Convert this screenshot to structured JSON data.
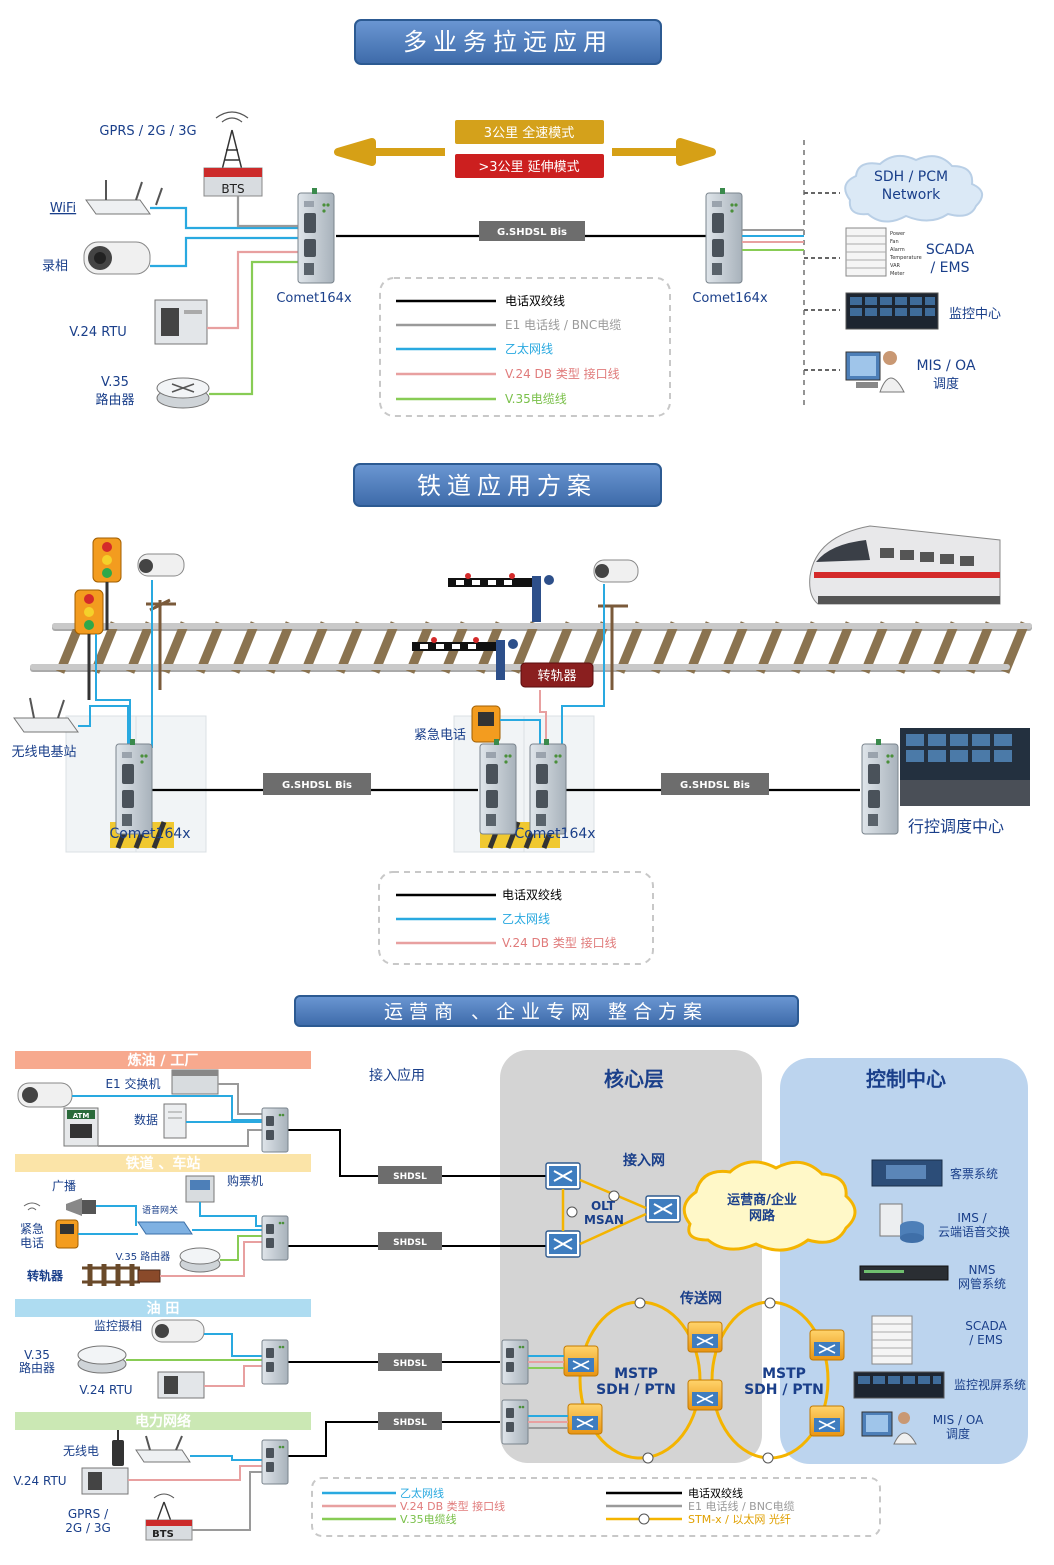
{
  "colors": {
    "phone_line": "#000000",
    "e1_line": "#9a9a9a",
    "ethernet_line": "#29a9e0",
    "v24_line": "#e8a0a0",
    "v35_line": "#88cc55",
    "fiber_line": "#f4b400",
    "title_bg": "#4f7fc0",
    "core_bg": "#d4d4d4",
    "control_bg": "#bcd4ee"
  },
  "section1": {
    "title": "多业务拉远应用",
    "mode_full": "3公里 全速模式",
    "mode_ext": ">3公里 延伸模式",
    "gprs": "GPRS / 2G / 3G",
    "bts": "BTS",
    "wifi": "WiFi",
    "camera": "录相",
    "rtu": "V.24  RTU",
    "router1": "V.35",
    "router2": "路由器",
    "dev_left": "Comet164x",
    "dev_right": "Comet164x",
    "link": "G.SHDSL Bis",
    "sdh1": "SDH / PCM",
    "sdh2": "Network",
    "scada1": "SCADA",
    "scada2": "/ EMS",
    "scada_rows": [
      "Power",
      "Fan",
      "Alarm",
      "Temperature",
      "VAR",
      "Meter"
    ],
    "monitor": "监控中心",
    "mis1": "MIS / OA",
    "mis2": "调度",
    "legend": [
      "电话双绞线",
      "E1  电话线 /  BNC电缆",
      "乙太网线",
      "V.24  DB 类型 接口线",
      "V.35电缆线"
    ]
  },
  "section2": {
    "title": "铁道应用方案",
    "switch": "转轨器",
    "emergency": "紧急电话",
    "wireless": "无线电基站",
    "dev_left": "Comet164x",
    "dev_mid": "Comet164x",
    "link1": "G.SHDSL Bis",
    "link2": "G.SHDSL Bis",
    "control": "行控调度中心",
    "legend": [
      "电话双绞线",
      "乙太网线",
      "V.24  DB 类型 接口线"
    ]
  },
  "section3": {
    "title": "运营商 、企业专网   整合方案",
    "access_app": "接入应用",
    "core": "核心层",
    "control": "控制中心",
    "cat1": "炼油 / 工厂",
    "cat2": "铁道 、车站",
    "cat3": "油  田",
    "cat4": "电力网络",
    "e1_switch": "E1 交换机",
    "atm": "ATM",
    "data": "数据",
    "broadcast": "广播",
    "ticket": "购票机",
    "voice_gw": "语音网关",
    "emergency1": "紧急",
    "emergency2": "电话",
    "v35_router": "V.35 路由器",
    "switcher": "转轨器",
    "monitor_cam": "监控摄相",
    "v35_1": "V.35",
    "v35_2": "路由器",
    "rtu1": "V.24  RTU",
    "radio": "无线电",
    "rtu2": "V.24  RTU",
    "gprs1": "GPRS /",
    "gprs2": "2G / 3G",
    "bts": "BTS",
    "shdsl": [
      "SHDSL",
      "SHDSL",
      "SHDSL",
      "SHDSL"
    ],
    "access_net": "接入网",
    "olt1": "OLT",
    "olt2": "MSAN",
    "carrier1": "运营商/企业",
    "carrier2": "网路",
    "transport": "传送网",
    "mstp1a": "MSTP",
    "mstp1b": "SDH / PTN",
    "mstp2a": "MSTP",
    "mstp2b": "SDH / PTN",
    "ticketing": "客票系统",
    "ims1": "IMS /",
    "ims2": "云端语音交换",
    "nms1": "NMS",
    "nms2": "网管系统",
    "scada1": "SCADA",
    "scada2": "/ EMS",
    "video_wall": "监控视屏系统",
    "mis1": "MIS / OA",
    "mis2": "调度",
    "legend_left": [
      "乙太网线",
      "V.24  DB 类型 接口线",
      "V.35电缆线"
    ],
    "legend_right": [
      "电话双绞线",
      "E1  电话线 /  BNC电缆",
      "STM-x / 以太网  光纤"
    ]
  }
}
